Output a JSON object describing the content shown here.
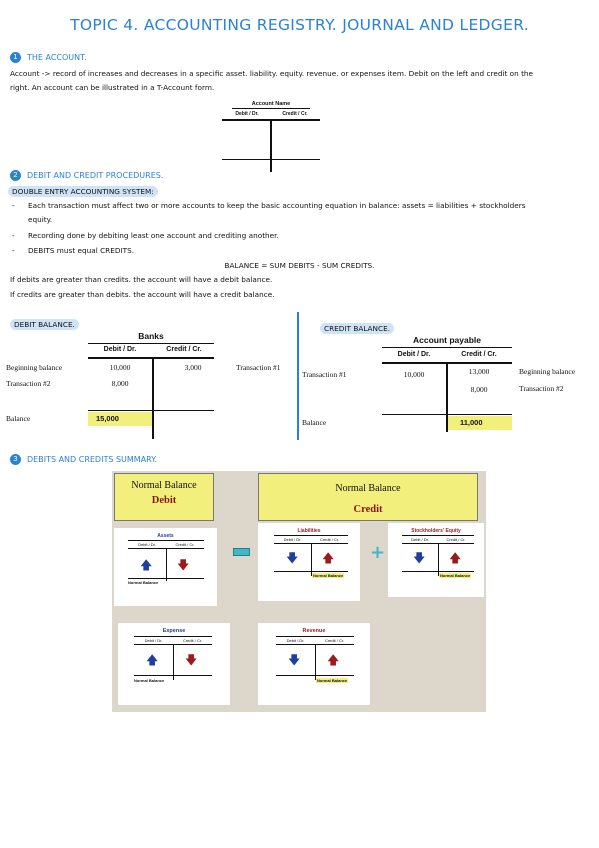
{
  "title": "TOPIC 4. ACCOUNTING REGISTRY. JOURNAL AND LEDGER.",
  "section1": {
    "num": "1",
    "heading": "THE ACCOUNT.",
    "text1": "Account -> record of increases and decreases in a specific asset. liability. equity. revenue. or expenses item. Debit on the left and credit on the",
    "text2": "right. An account can be illustrated in a T-Account form.",
    "t_account": {
      "name": "Account Name",
      "debit": "Debit / Dr.",
      "credit": "Credit / Cr."
    }
  },
  "section2": {
    "num": "2",
    "heading": "DEBIT AND CREDIT PROCEDURES.",
    "subheading": "DOUBLE ENTRY ACCOUNTING SYSTEM:",
    "bullet1a": "Each transaction must affect two or more accounts to keep the basic accounting equation in balance: assets = liabilities + stockholders",
    "bullet1b": "equity.",
    "bullet2": "Recording done by debiting  least one account and crediting another.",
    "bullet3": "DEBITS must equal CREDITS.",
    "formula": "BALANCE = SUM DEBITS - SUM CREDITS.",
    "rule1": "If debits are greater than credits. the account will have a debit balance.",
    "rule2": "If credits are greater than debits. the account will have a credit balance."
  },
  "debit_example": {
    "label": "DEBIT BALANCE.",
    "account": "Banks",
    "debit_header": "Debit / Dr.",
    "credit_header": "Credit / Cr.",
    "row1_label": "Beginning balance",
    "row1_debit": "10,000",
    "row1_credit": "3,000",
    "row1_right": "Transaction #1",
    "row2_label": "Transaction #2",
    "row2_debit": "8,000",
    "balance_label": "Balance",
    "balance_value": "15,000"
  },
  "credit_example": {
    "label": "CREDIT BALANCE.",
    "account": "Account payable",
    "debit_header": "Debit / Dr.",
    "credit_header": "Credit / Cr.",
    "row1_left": "Transaction #1",
    "row1_debit": "10,000",
    "row1_credit": "13,000",
    "row1_right": "Beginning balance",
    "row2_credit": "8,000",
    "row2_right": "Transaction #2",
    "balance_label": "Balance",
    "balance_value": "11,000"
  },
  "section3": {
    "num": "3",
    "heading": "DEBITS AND CREDITS SUMMARY.",
    "normal_debit_line1": "Normal Balance",
    "normal_debit_line2": "Debit",
    "normal_credit_line1": "Normal Balance",
    "normal_credit_line2": "Credit",
    "minus": "=",
    "plus": "+",
    "cards": {
      "assets": {
        "title": "Assets",
        "dr": "Debit / Dr.",
        "cr": "Credit / Cr.",
        "nb": "Normal Balance"
      },
      "liabilities": {
        "title": "Liabilities",
        "dr": "Debit / Dr.",
        "cr": "Credit / Cr.",
        "nb": "Normal Balance"
      },
      "equity": {
        "title": "Stockholders' Equity",
        "dr": "Debit / Dr.",
        "cr": "Credit / Cr.",
        "nb": "Normal Balance"
      },
      "expense": {
        "title": "Expense",
        "dr": "Debit / Dr.",
        "cr": "Credit / Cr.",
        "nb": "Normal Balance"
      },
      "revenue": {
        "title": "Revenue",
        "dr": "Debit / Dr.",
        "cr": "Credit / Cr.",
        "nb": "Normal Balance"
      }
    }
  },
  "colors": {
    "accent": "#2a82d6",
    "highlight": "#cfe3f7",
    "yellow": "#f3ef7d",
    "up_blue": "#1f3f9c",
    "down_red": "#9b1a1a"
  }
}
